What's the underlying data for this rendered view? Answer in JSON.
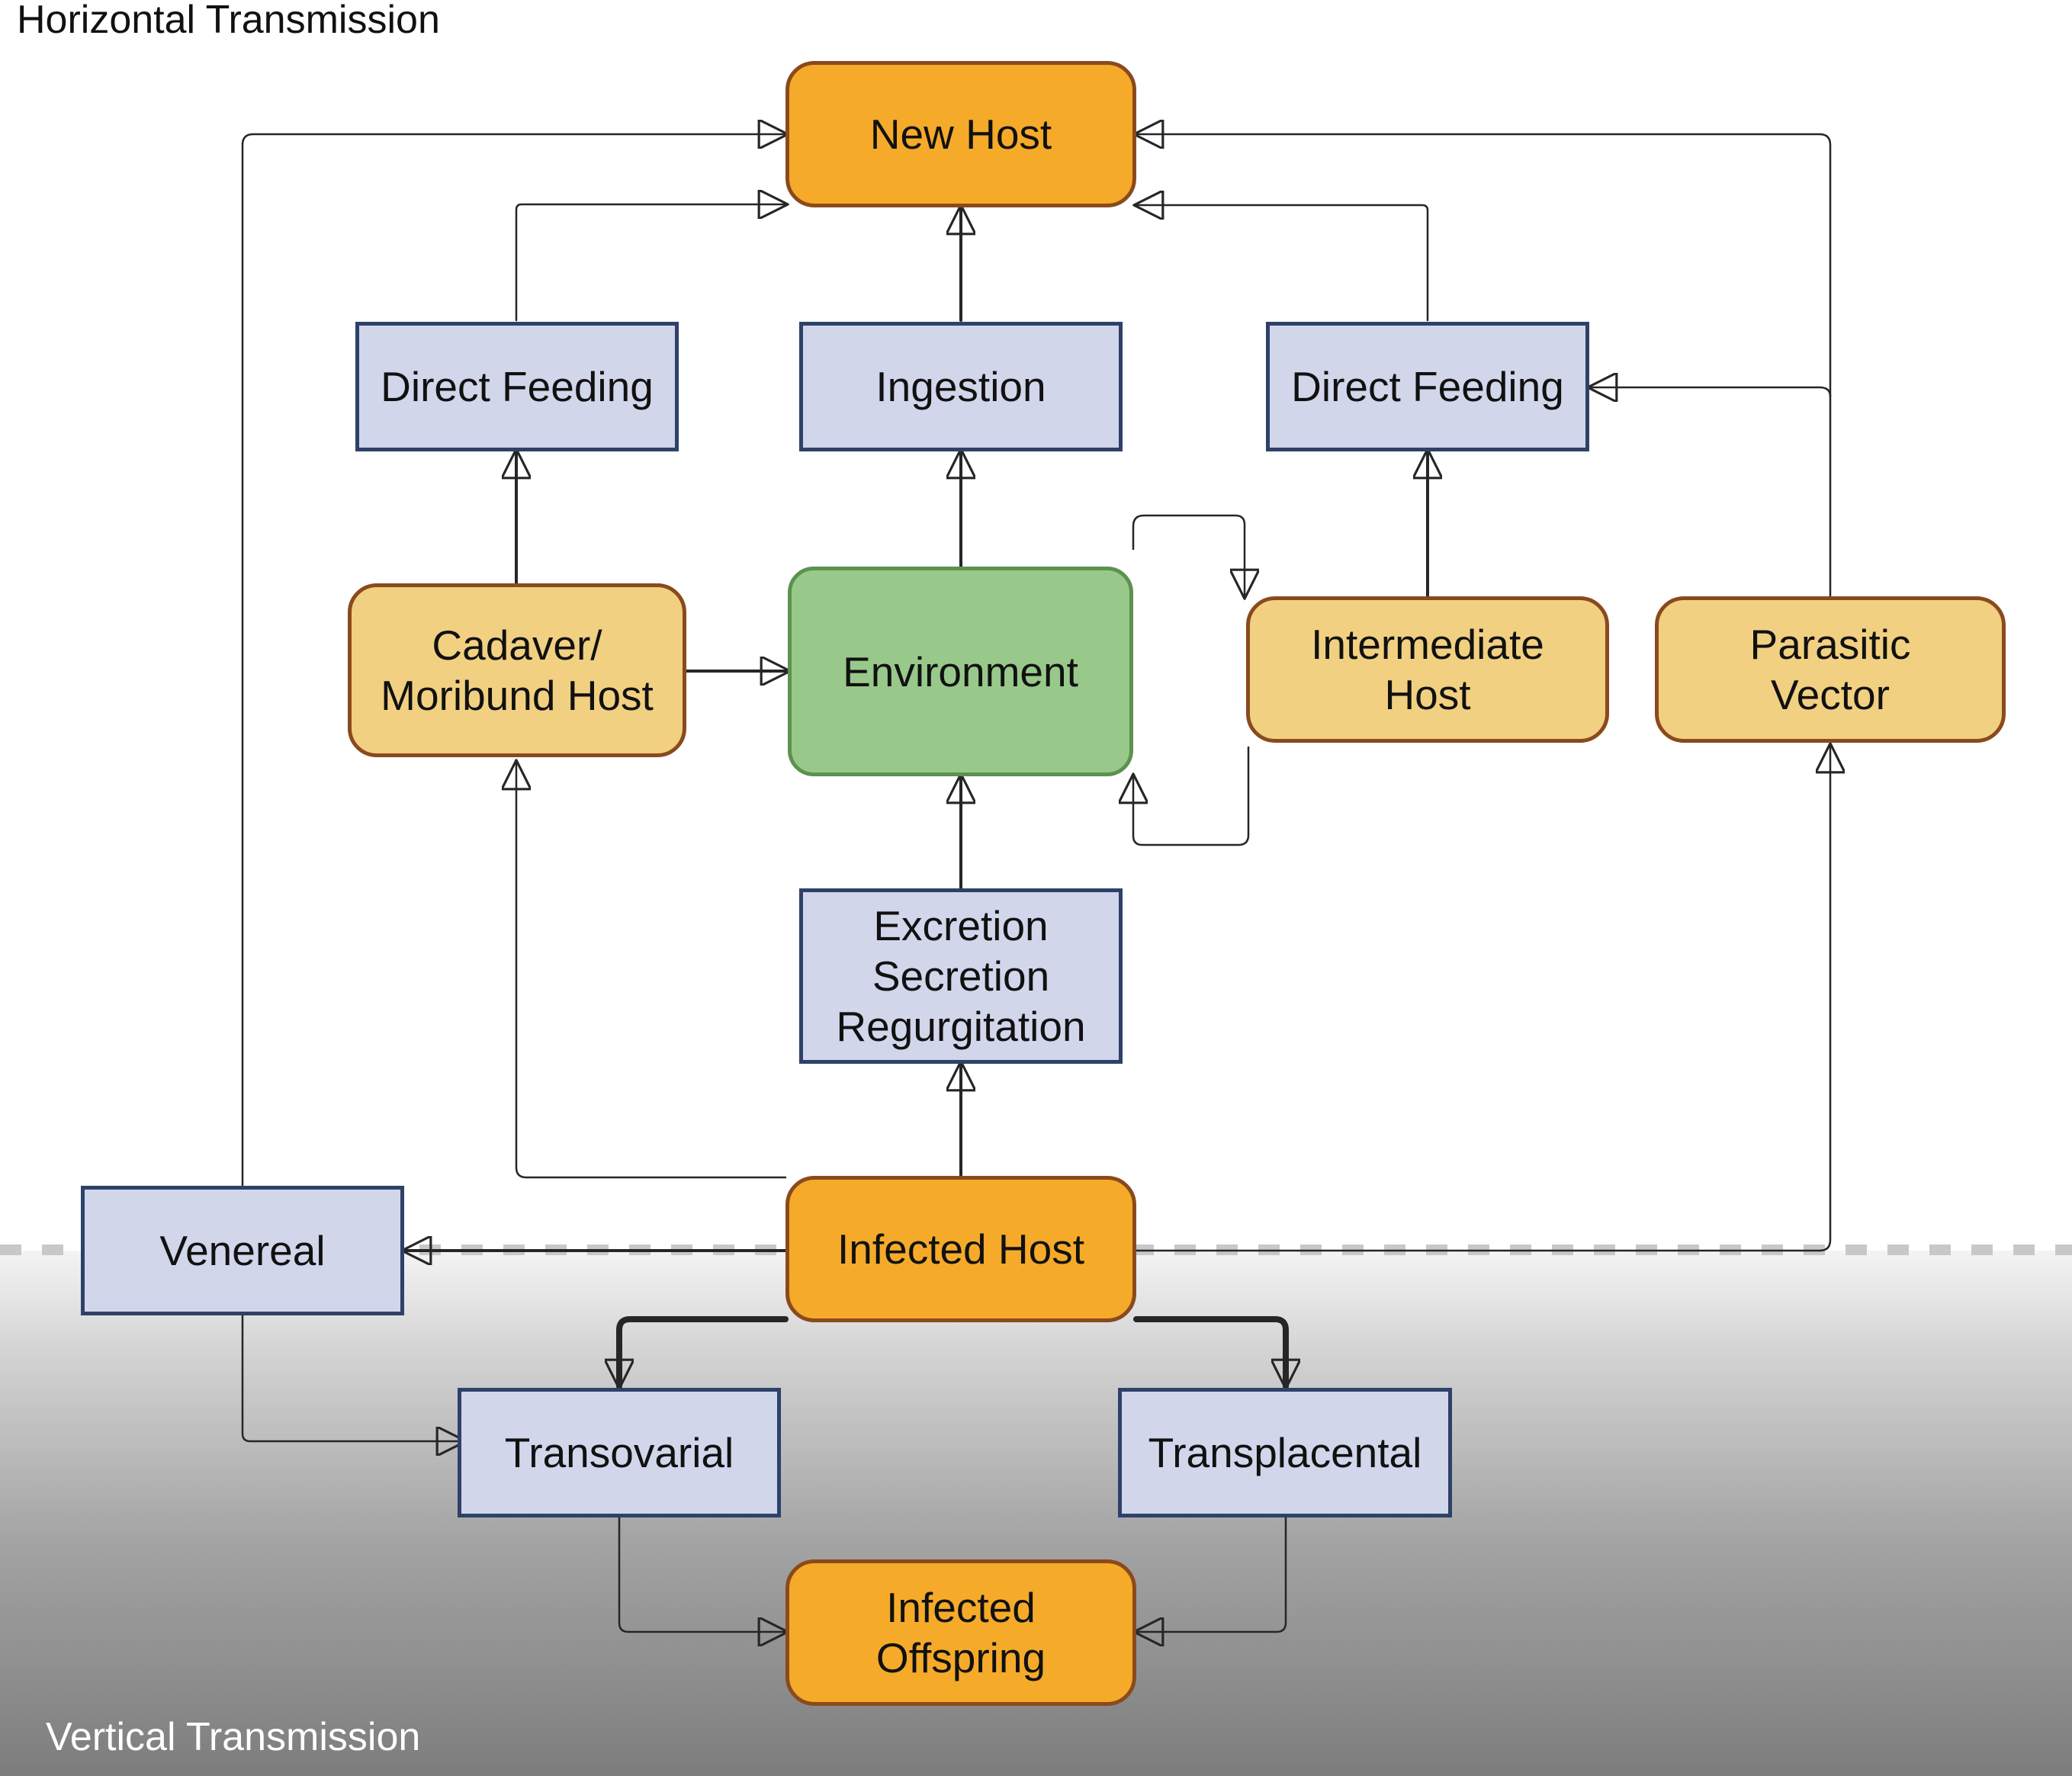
{
  "labels": {
    "horizontal": "Horizontal Transmission",
    "vertical": "Vertical Transmission"
  },
  "nodes": {
    "new_host": "New Host",
    "direct_feeding_left": "Direct Feeding",
    "ingestion": "Ingestion",
    "direct_feeding_right": "Direct Feeding",
    "cadaver": "Cadaver/\nMoribund Host",
    "environment": "Environment",
    "intermediate_host": "Intermediate\nHost",
    "parasitic_vector": "Parasitic\nVector",
    "excretion": "Excretion\nSecretion\nRegurgitation",
    "venereal": "Venereal",
    "infected_host": "Infected Host",
    "transovarial": "Transovarial",
    "transplacental": "Transplacental",
    "infected_offspring": "Infected\nOffspring"
  },
  "edges": [
    {
      "from": "Direct Feeding",
      "to": "New Host"
    },
    {
      "from": "Ingestion",
      "to": "New Host"
    },
    {
      "from": "Direct Feeding",
      "to": "New Host"
    },
    {
      "from": "Venereal",
      "to": "New Host"
    },
    {
      "from": "Parasitic Vector",
      "to": "New Host"
    },
    {
      "from": "Parasitic Vector",
      "to": "Direct Feeding"
    },
    {
      "from": "Cadaver/Moribund Host",
      "to": "Direct Feeding"
    },
    {
      "from": "Cadaver/Moribund Host",
      "to": "Environment"
    },
    {
      "from": "Environment",
      "to": "Ingestion"
    },
    {
      "from": "Environment",
      "to": "Intermediate Host"
    },
    {
      "from": "Intermediate Host",
      "to": "Environment"
    },
    {
      "from": "Intermediate Host",
      "to": "Direct Feeding"
    },
    {
      "from": "Excretion Secretion Regurgitation",
      "to": "Environment"
    },
    {
      "from": "Infected Host",
      "to": "Excretion Secretion Regurgitation"
    },
    {
      "from": "Infected Host",
      "to": "Cadaver/Moribund Host"
    },
    {
      "from": "Infected Host",
      "to": "Venereal"
    },
    {
      "from": "Infected Host",
      "to": "Parasitic Vector"
    },
    {
      "from": "Infected Host",
      "to": "Transovarial"
    },
    {
      "from": "Infected Host",
      "to": "Transplacental"
    },
    {
      "from": "Venereal",
      "to": "Transovarial"
    },
    {
      "from": "Transovarial",
      "to": "Infected Offspring"
    },
    {
      "from": "Transplacental",
      "to": "Infected Offspring"
    }
  ]
}
